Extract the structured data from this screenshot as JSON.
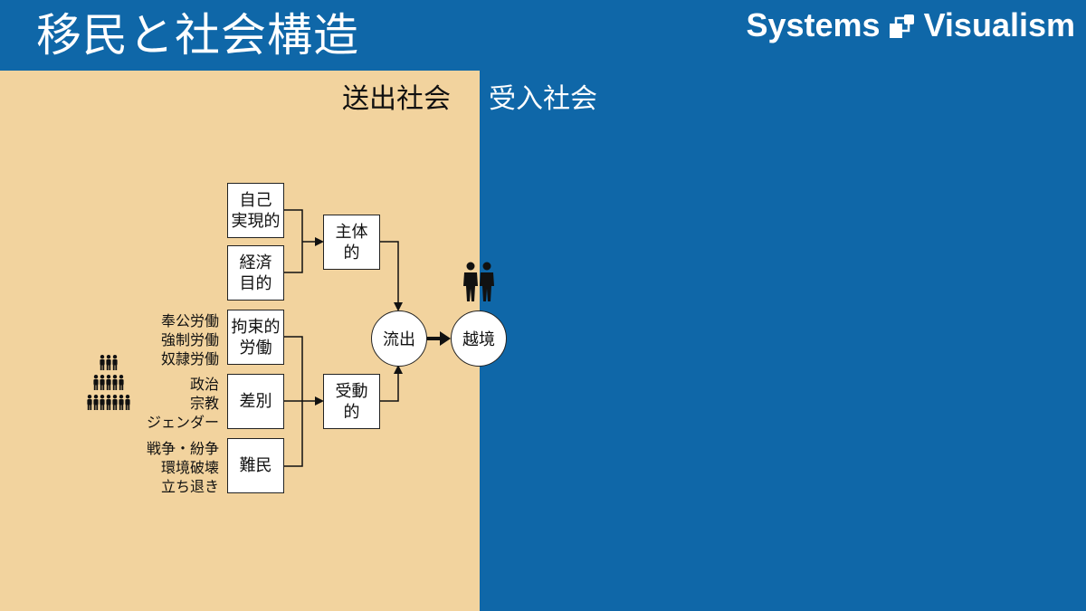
{
  "header": {
    "title": "移民と社会構造",
    "brand": "Systems Visualism",
    "brand_word1": "Systems",
    "brand_word2": "Visualism"
  },
  "sections": {
    "sending": "送出社会",
    "receiving": "受入社会"
  },
  "boxes": {
    "self_realization": [
      "自己",
      "実現的"
    ],
    "economic": [
      "経済",
      "目的"
    ],
    "forced_labor": [
      "拘束的",
      "労働"
    ],
    "discrimination": [
      "差別"
    ],
    "refugee": [
      "難民"
    ],
    "agentic": [
      "主体",
      "的"
    ],
    "passive": [
      "受動",
      "的"
    ]
  },
  "circles": {
    "outflow": "流出",
    "border_crossing": "越境"
  },
  "notes": {
    "forced_labor": [
      "奉公労働",
      "強制労働",
      "奴隷労働"
    ],
    "discrimination": [
      "政治",
      "宗教",
      "ジェンダー"
    ],
    "refugee": [
      "戦争・紛争",
      "環境破壊",
      "立ち退き"
    ]
  },
  "icons": {
    "group": "people-group-icon",
    "pair": "two-people-icon"
  },
  "colors": {
    "receiving_bg": "#0f67a8",
    "sending_bg": "#f2d39e"
  }
}
